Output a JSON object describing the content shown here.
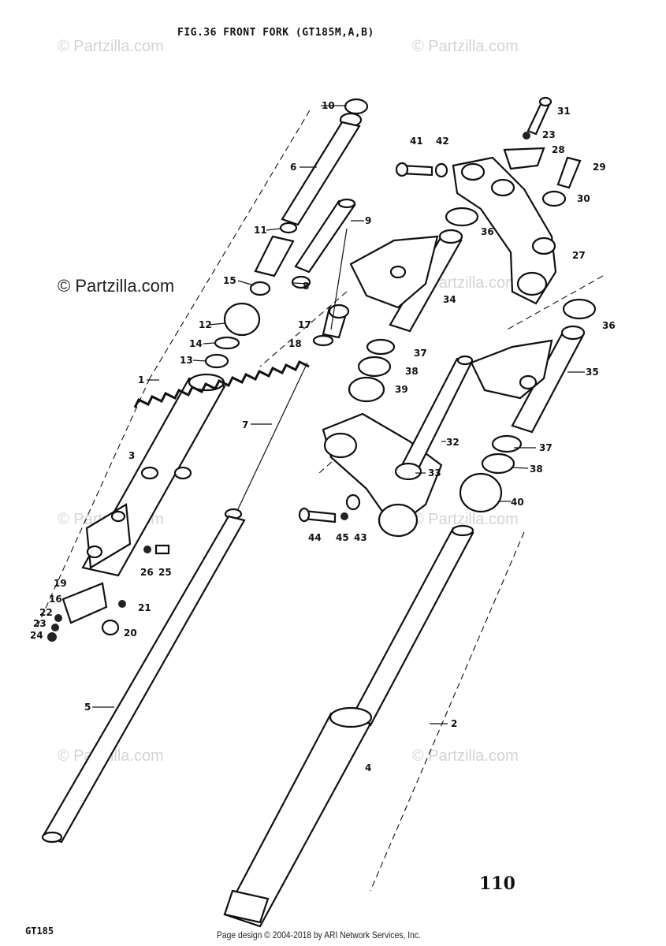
{
  "header": {
    "title": "FIG.36  FRONT FORK (GT185M,A,B)"
  },
  "watermarks": {
    "text": "© Partzilla.com",
    "prominent": "© Partzilla.com"
  },
  "footer": {
    "model": "GT185",
    "page_number": "110",
    "credit": "Page design © 2004-2018 by ARI Network Services, Inc."
  },
  "callouts": {
    "c1": "1",
    "c2": "2",
    "c3": "3",
    "c4": "4",
    "c5": "5",
    "c6": "6",
    "c7": "7",
    "c8": "8",
    "c9": "9",
    "c10": "10",
    "c11": "11",
    "c12": "12",
    "c13": "13",
    "c14": "14",
    "c15": "15",
    "c16": "16",
    "c17": "17",
    "c18": "18",
    "c19": "19",
    "c20": "20",
    "c21": "21",
    "c22": "22",
    "c23a": "23",
    "c23b": "23",
    "c24": "24",
    "c25": "25",
    "c26": "26",
    "c27": "27",
    "c28": "28",
    "c29": "29",
    "c30": "30",
    "c31": "31",
    "c32": "32",
    "c33": "33",
    "c34": "34",
    "c35": "35",
    "c36a": "36",
    "c36b": "36",
    "c37a": "37",
    "c37b": "37",
    "c38a": "38",
    "c38b": "38",
    "c39": "39",
    "c40": "40",
    "c41": "41",
    "c42": "42",
    "c43": "43",
    "c44": "44",
    "c45": "45"
  }
}
